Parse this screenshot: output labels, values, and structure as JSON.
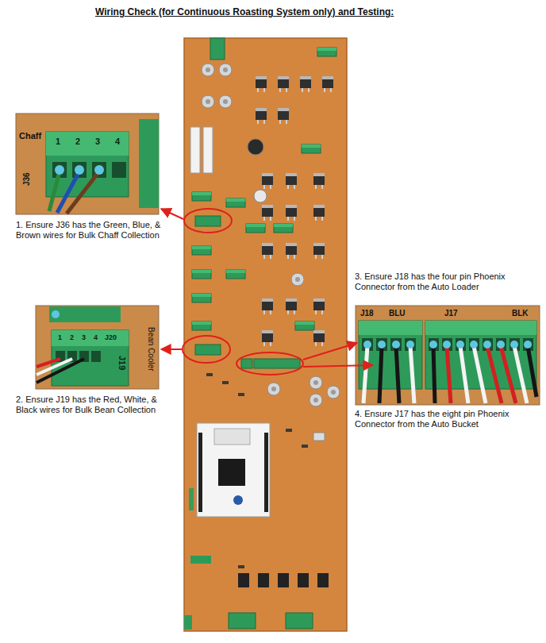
{
  "diagram": {
    "title": "Wiring Check (for Continuous Roasting System only) and Testing:",
    "labels": [
      "1. Ensure J36 has the Green, Blue, & Brown wires for Bulk Chaff Collection",
      "2. Ensure J19 has the Red, White, & Black wires for Bulk Bean Collection",
      "3. Ensure J18 has the four pin Phoenix Connector from the Auto Loader",
      "4. Ensure J17 has the eight pin Phoenix Connector from the Auto Bucket",
      "Chaff",
      "1",
      "2",
      "3",
      "4",
      "J36",
      "1",
      "2",
      "3",
      "4",
      "J19",
      "J20",
      "Bean Cooler",
      "J18",
      "BLU",
      "J17",
      "BLK"
    ]
  }
}
